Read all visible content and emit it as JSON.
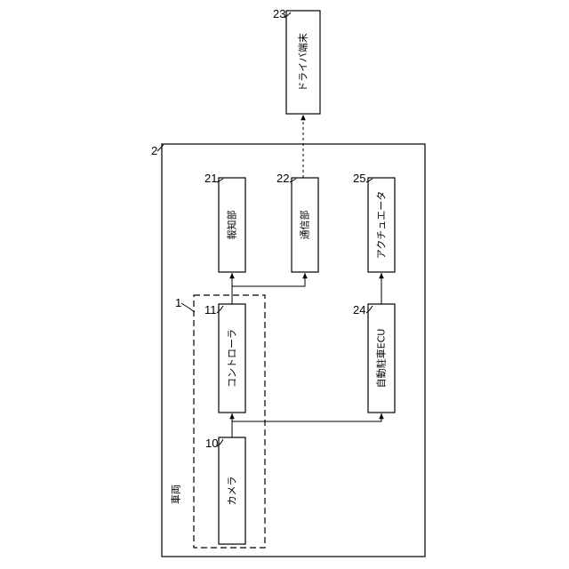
{
  "vehicle": {
    "ref": "2",
    "label": "車両"
  },
  "device": {
    "ref": "1"
  },
  "blocks": {
    "camera": {
      "ref": "10",
      "label": "カメラ"
    },
    "controller": {
      "ref": "11",
      "label": "コントローラ"
    },
    "notification": {
      "ref": "21",
      "label": "報知部"
    },
    "communication": {
      "ref": "22",
      "label": "通信部"
    },
    "actuator": {
      "ref": "25",
      "label": "アクチュエータ"
    },
    "parking_ecu": {
      "ref": "24",
      "label": "自動駐車ECU"
    },
    "driver_terminal": {
      "ref": "23",
      "label": "ドライバ端末"
    }
  }
}
